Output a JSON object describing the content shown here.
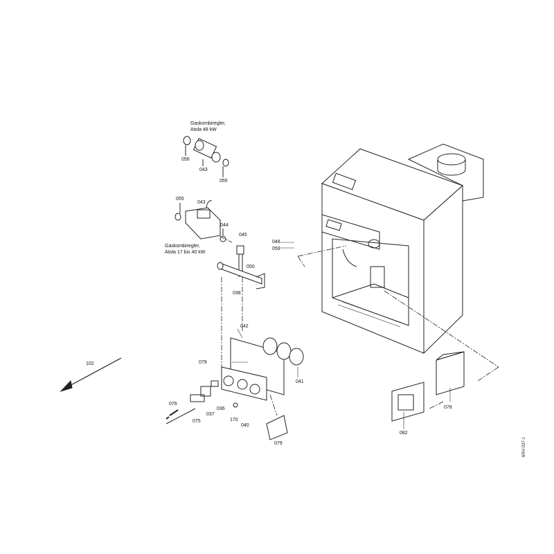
{
  "captions": {
    "valve_48kw": [
      "Gaskombiregler,",
      "Atola 48 kW"
    ],
    "valve_17_40kw": [
      "Gaskombiregler,",
      "Atola 17 bis 40 kW"
    ]
  },
  "part_labels": {
    "p056": "056",
    "p043a": "043",
    "p055a": "055",
    "p055b": "055",
    "p043b": "043",
    "p044": "044",
    "p045": "045",
    "p050": "050",
    "p038": "038",
    "p048": "048",
    "p059": "059",
    "p042": "042",
    "p079a": "079",
    "p041": "041",
    "p102": "102",
    "p076": "076",
    "p075": "075",
    "p037": "037",
    "p036": "036",
    "p170": "170",
    "p040": "040",
    "p079b": "079",
    "p078": "078",
    "p082": "082"
  },
  "drawing_id": "6RH 037-1"
}
